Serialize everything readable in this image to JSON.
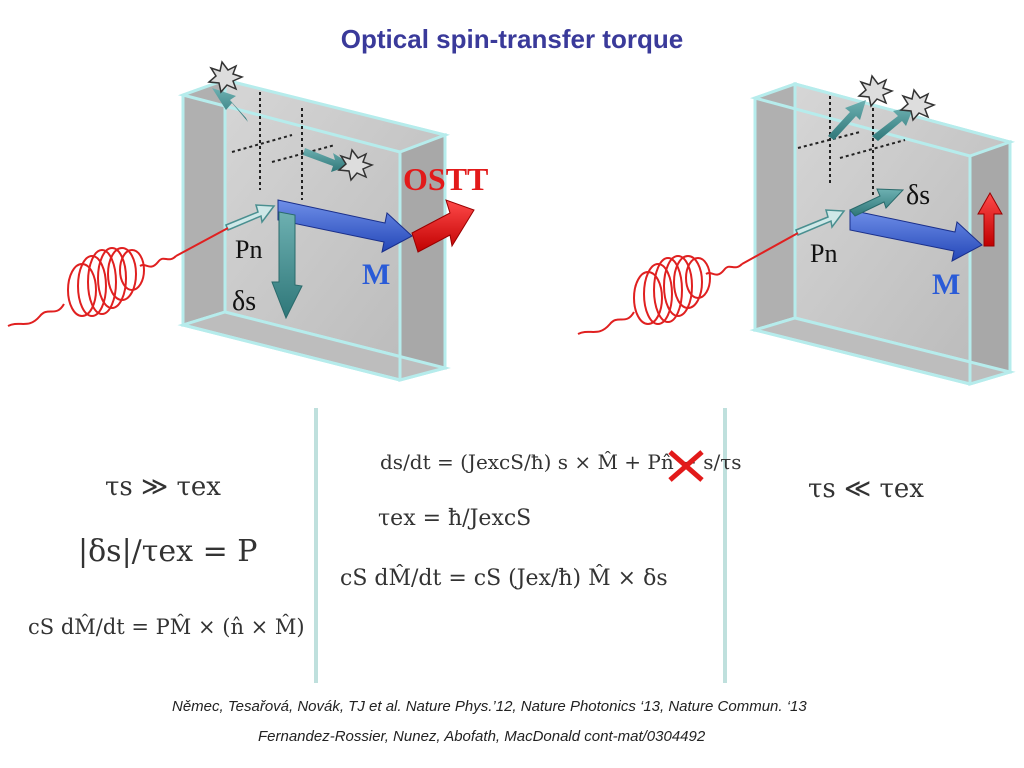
{
  "title": "Optical spin-transfer torque",
  "left_panel": {
    "labels": {
      "pn": "Pn",
      "ds": "δs",
      "m": "M",
      "ostt": "OSTT"
    }
  },
  "right_panel": {
    "labels": {
      "pn": "Pn",
      "ds": "δs",
      "m": "M"
    }
  },
  "equations": {
    "left": {
      "regime": "τs ≫ τex",
      "ds_over_tau": "|δs|/τex = P",
      "llg": "cS dM̂/dt = PM̂ × (n̂ × M̂)"
    },
    "middle": {
      "ds_dt": "ds/dt = (JexcS/ħ) s × M̂ + Pn̂ − s/τs",
      "tau_ex": "τex = ħ/JexcS",
      "llg": "cS dM̂/dt = cS (Jex/ħ) M̂ × δs"
    },
    "right": {
      "regime": "τs ≪ τex"
    }
  },
  "references": {
    "line1": "Němec, Tesařová, Novák, TJ et al. Nature Phys.’12, Nature Photonics ‘13, Nature Commun. ‘13",
    "line2": "Fernandez-Rossier, Nunez, Abofath, MacDonald cont-mat/0304492"
  },
  "colors": {
    "title": "#3a3a9a",
    "ostt": "#e21a1a",
    "m_label": "#2a5bd7",
    "m_arrow": "#3a62d0",
    "teal_arrow": "#3e8d8f",
    "slab_face": "#c8c8c8",
    "slab_edge": "#b6ecec",
    "laser": "#e02020",
    "separator": "#bfe0dd"
  }
}
